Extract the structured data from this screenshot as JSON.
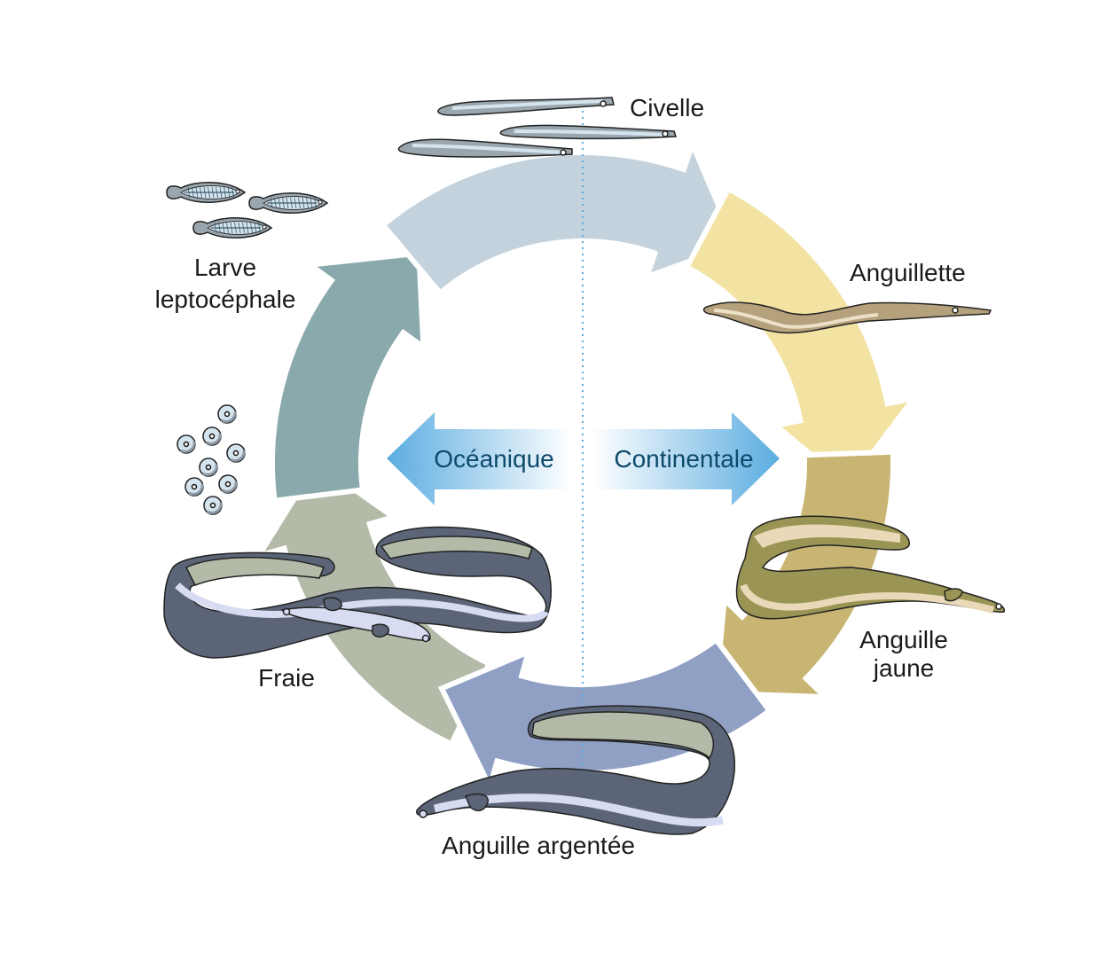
{
  "title": "Cycle de vie de l'anguille",
  "stages": [
    {
      "id": "civelle",
      "label": "Civelle",
      "arrow_color": "#c3d2dc"
    },
    {
      "id": "anguillette",
      "label": "Anguillette",
      "arrow_color": "#f3e3a3"
    },
    {
      "id": "anguille-jaune",
      "label_lines": [
        "Anguille",
        "jaune"
      ],
      "arrow_color": "#c9b573"
    },
    {
      "id": "anguille-argentee",
      "label": "Anguille argentée",
      "arrow_color": "#8fa0c4"
    },
    {
      "id": "fraie",
      "label": "Fraie",
      "arrow_color": "#b3bba8"
    },
    {
      "id": "larve",
      "label_lines": [
        "Larve",
        "leptocéphale"
      ],
      "arrow_color": "#8aa9ad"
    }
  ],
  "domains": {
    "oceanic": {
      "label": "Océanique",
      "color": "#5aace0"
    },
    "continental": {
      "label": "Continentale",
      "color": "#5aace0"
    }
  },
  "divider_color": "#5aace0",
  "eel_colors": {
    "silver_back": "#5b6577",
    "silver_belly": "#d8dcf2",
    "silver_fin": "#b3bba8",
    "yellow_back": "#9a9554",
    "yellow_belly": "#ead9b8",
    "anguillette_back": "#b5a27c",
    "anguillette_belly": "#eee0c8",
    "glass_body": "#d4e4ef",
    "glass_outline": "#8e9ba6"
  }
}
